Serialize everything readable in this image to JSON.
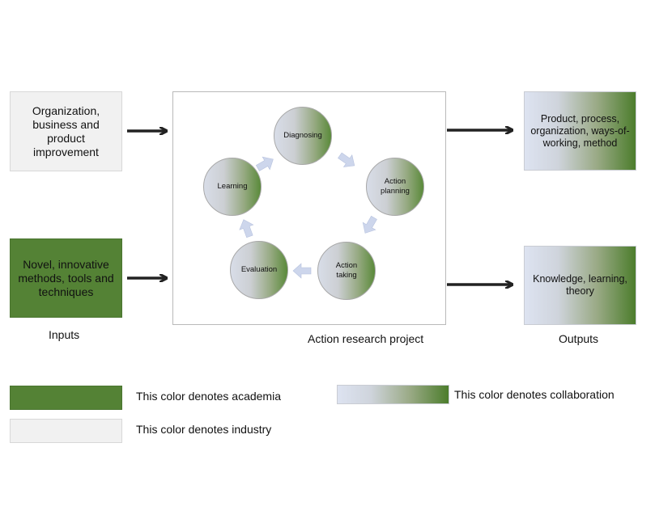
{
  "inputs": {
    "industry_box": "Organization, business and product improvement",
    "academia_box": "Novel, innovative methods, tools and techniques",
    "caption": "Inputs"
  },
  "project": {
    "caption": "Action research project",
    "cycle": [
      {
        "label": "Diagnosing"
      },
      {
        "label": "Action planning"
      },
      {
        "label": "Action taking"
      },
      {
        "label": "Evaluation"
      },
      {
        "label": "Learning"
      }
    ]
  },
  "outputs": {
    "practice_box": "Product, process, organization, ways-of-working, method",
    "research_box": "Knowledge, learning, theory",
    "caption": "Outputs"
  },
  "legend": {
    "academia": "This color denotes academia",
    "industry": "This color denotes industry",
    "collaboration": "This color denotes collaboration"
  },
  "colors": {
    "academia": "#548235",
    "industry": "#f1f1f1",
    "collaboration_start": "#dde3f1",
    "collaboration_end": "#4c7d2c",
    "cycle_arrow": "#c9d3ea",
    "flow_arrow": "#222222"
  }
}
